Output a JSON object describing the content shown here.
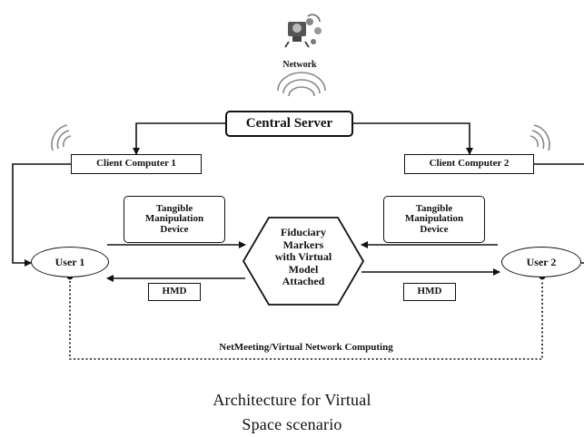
{
  "diagram": {
    "network_label": "Network",
    "central_server": "Central Server",
    "client_1": "Client Computer 1",
    "client_2": "Client Computer 2",
    "tangible_left": [
      "Tangible",
      "Manipulation",
      "Device"
    ],
    "tangible_right": [
      "Tangible",
      "Manipulation",
      "Device"
    ],
    "hmd_left": "HMD",
    "hmd_right": "HMD",
    "user_1": "User 1",
    "user_2": "User 2",
    "fiducial": [
      "Fiduciary",
      "Markers",
      "with Virtual",
      "Model",
      "Attached"
    ],
    "netmeeting": "NetMeeting/Virtual Network Computing"
  },
  "caption": [
    "Architecture for Virtual",
    "Space scenario"
  ],
  "icons": {
    "network": "network-satellite-icon",
    "wireless": "wireless-signal-icon"
  },
  "colors": {
    "line": "#111111",
    "background": "#ffffff"
  }
}
